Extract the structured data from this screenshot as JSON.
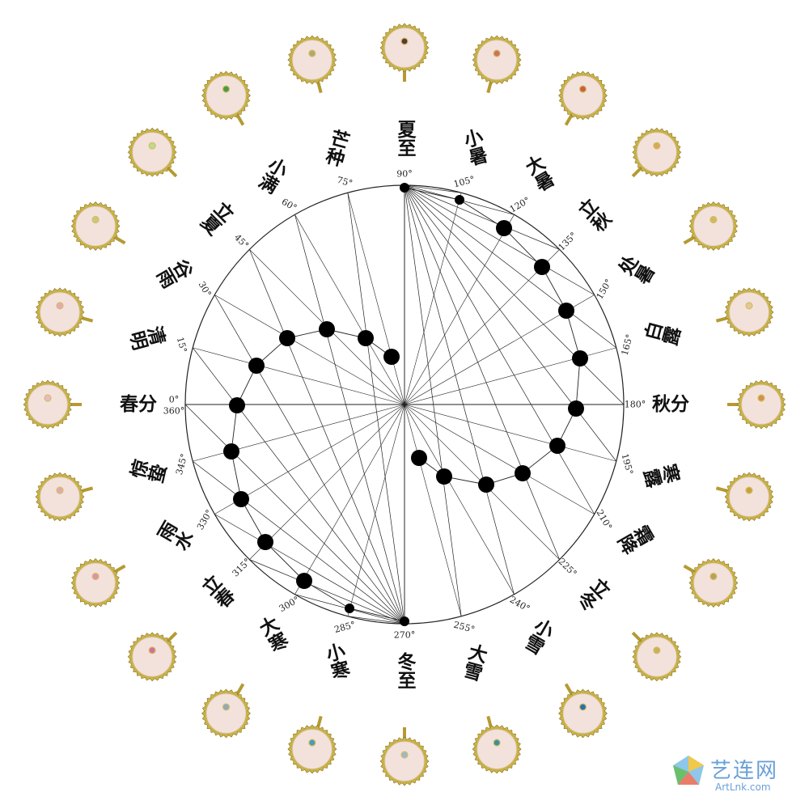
{
  "terms": [
    {
      "name": "春分",
      "degree": "0°",
      "degree_alt": "360°",
      "gem_color": "#e8b8c8"
    },
    {
      "name": "清明",
      "degree": "15°",
      "gem_color": "#e6a8b8"
    },
    {
      "name": "谷雨",
      "degree": "30°",
      "gem_color": "#c8c880"
    },
    {
      "name": "立夏",
      "degree": "45°",
      "gem_color": "#c0d890"
    },
    {
      "name": "小满",
      "degree": "60°",
      "gem_color": "#4a9a4a"
    },
    {
      "name": "芒种",
      "degree": "75°",
      "gem_color": "#b0a870"
    },
    {
      "name": "夏至",
      "degree": "90°",
      "gem_color": "#5a3a3a"
    },
    {
      "name": "小暑",
      "degree": "105°",
      "gem_color": "#d07060"
    },
    {
      "name": "大暑",
      "degree": "120°",
      "gem_color": "#c86040"
    },
    {
      "name": "立秋",
      "degree": "135°",
      "gem_color": "#d8a860"
    },
    {
      "name": "处暑",
      "degree": "150°",
      "gem_color": "#d0b860"
    },
    {
      "name": "白露",
      "degree": "165°",
      "gem_color": "#e0c898"
    },
    {
      "name": "秋分",
      "degree": "180°",
      "gem_color": "#d09050"
    },
    {
      "name": "寒露",
      "degree": "195°",
      "gem_color": "#c8a040"
    },
    {
      "name": "霜降",
      "degree": "210°",
      "gem_color": "#b8a060"
    },
    {
      "name": "立冬",
      "degree": "225°",
      "gem_color": "#c8b060"
    },
    {
      "name": "小雪",
      "degree": "240°",
      "gem_color": "#2a70b0"
    },
    {
      "name": "大雪",
      "degree": "255°",
      "gem_color": "#3a90a0"
    },
    {
      "name": "冬至",
      "degree": "270°",
      "gem_color": "#9ab8d0"
    },
    {
      "name": "小寒",
      "degree": "285°",
      "gem_color": "#4a9ab8"
    },
    {
      "name": "大寒",
      "degree": "300°",
      "gem_color": "#90a8c0"
    },
    {
      "name": "立春",
      "degree": "315°",
      "gem_color": "#d070a0"
    },
    {
      "name": "雨水",
      "degree": "330°",
      "gem_color": "#e090b0"
    },
    {
      "name": "惊蛰",
      "degree": "345°",
      "gem_color": "#e0a8b8"
    }
  ],
  "watermark": {
    "name": "艺连网",
    "url": "ArtLnk.com"
  },
  "colors": {
    "line": "#222222",
    "dot": "#000000",
    "gem_frame": "#c9b24a",
    "gem_face": "#f3e2dc"
  }
}
